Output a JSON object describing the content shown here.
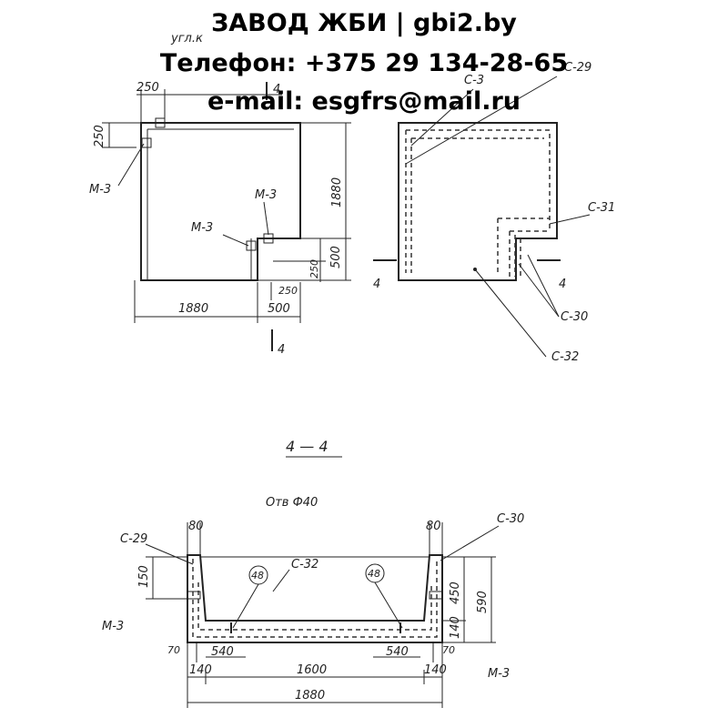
{
  "watermark": {
    "line1": "ЗАВОД ЖБИ | gbi2.by",
    "line2": "Телефон: +375 29 134-28-65",
    "line3": "e-mail: esgfrs@mail.ru"
  },
  "plan_left": {
    "corner_text": "угл.к",
    "dim_250_top": "250",
    "dim_250_left": "250",
    "dim_1880_right": "1880",
    "dim_1880_bottom": "1880",
    "dim_500_right": "500",
    "dim_250_mid": "250",
    "dim_250_low": "250",
    "dim_500_bottom": "500",
    "m3_top_left": "М-3",
    "m3_mid": "М-3",
    "m3_left": "М-3",
    "cut_mark_top": "4",
    "cut_mark_bottom": "4"
  },
  "plan_right": {
    "c29": "С-29",
    "c31": "С-31",
    "c30": "С-30",
    "c32": "С-32",
    "cut_left": "4",
    "cut_right": "4",
    "c_top_partial": "С-3"
  },
  "section": {
    "title": "4 — 4",
    "hole": "Отв Ф40",
    "c29": "С-29",
    "c30": "С-30",
    "c32": "С-32",
    "m3_left": "М-3",
    "m3_right": "М-3",
    "dim_80_left": "80",
    "dim_80_right": "80",
    "dim_150": "150",
    "dim_450": "450",
    "dim_590": "590",
    "dim_140_right": "140",
    "dim_70_left": "70",
    "dim_70_right": "70",
    "dim_540_left": "540",
    "dim_540_right": "540",
    "dim_140_bl": "140",
    "dim_1600": "1600",
    "dim_140_br": "140",
    "dim_1880": "1880",
    "circle_left": "48",
    "circle_right": "48"
  }
}
